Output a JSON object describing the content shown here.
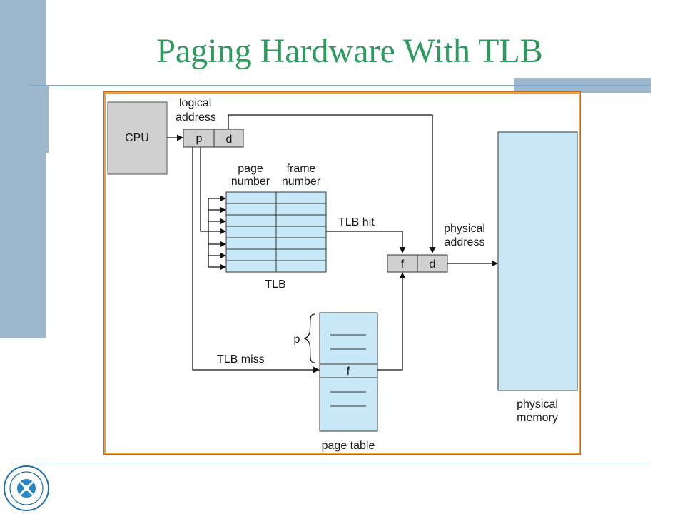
{
  "slide": {
    "title": "Paging Hardware With TLB"
  },
  "diagram": {
    "cpu_label": "CPU",
    "logical_address_line1": "logical",
    "logical_address_line2": "address",
    "logical_p": "p",
    "logical_d": "d",
    "page_number_line1": "page",
    "page_number_line2": "number",
    "frame_number_line1": "frame",
    "frame_number_line2": "number",
    "tlb_label": "TLB",
    "tlb_hit_label": "TLB hit",
    "tlb_miss_label": "TLB miss",
    "physical_f": "f",
    "physical_d": "d",
    "physical_address_line1": "physical",
    "physical_address_line2": "address",
    "physical_memory_line1": "physical",
    "physical_memory_line2": "memory",
    "page_table_p": "p",
    "page_table_f": "f",
    "page_table_label": "page table"
  },
  "colors": {
    "title": "#2e9a5e",
    "accent_bar": "#9db7cd",
    "box_fill": "#c9e8f7",
    "register_fill": "#d0d0d0",
    "frame_border": "#e9a04c"
  },
  "logo": {
    "icon": "university-seal-icon"
  }
}
